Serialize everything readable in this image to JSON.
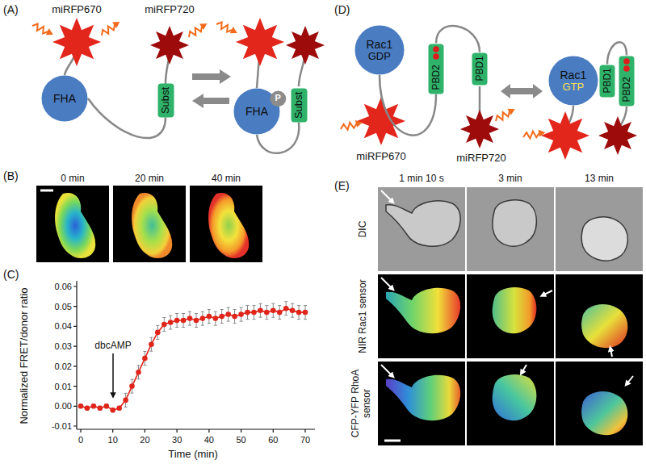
{
  "diagram": {
    "nodes": [
      {
        "text": [
          "FHA"
        ]
      },
      {
        "text": [
          "Subst"
        ]
      },
      {
        "text": [
          "FHA"
        ]
      },
      {
        "text": [
          "P"
        ]
      },
      {
        "text": [
          "Subst"
        ]
      },
      {
        "text": [
          "Rac1",
          "GDP"
        ]
      },
      {
        "text": [
          "PBD2"
        ]
      },
      {
        "text": [
          "PBD1"
        ]
      },
      {
        "text": [
          "Rac1",
          "GTP"
        ]
      },
      {
        "text": [
          "PBD1"
        ]
      },
      {
        "text": [
          "PBD2"
        ]
      }
    ],
    "edges": [
      {
        "from": 0,
        "to": 1,
        "arrow": "none"
      },
      {
        "from": 2,
        "to": 4,
        "arrow": "none"
      },
      {
        "from": 5,
        "to": 6,
        "arrow": "none"
      },
      {
        "from": 6,
        "to": 7,
        "arrow": "none"
      },
      {
        "from": 9,
        "to": 10,
        "arrow": "none"
      }
    ],
    "labels": [
      "(A)",
      "miRFP670",
      "miRFP720",
      "(B)",
      "0 min",
      "20 min",
      "40 min",
      "(C)",
      "0.06",
      "0.05",
      "0.04",
      "0.03",
      "0.02",
      "0.01",
      "0.00",
      "-0.01",
      "0",
      "10",
      "20",
      "30",
      "40",
      "50",
      "60",
      "70",
      "Normalized FRET/donor ratio",
      "Time (min)",
      "dbcAMP",
      "(D)",
      "miRFP670",
      "miRFP720",
      "(E)",
      "1 min 10 s",
      "3 min",
      "13 min",
      "DIC",
      "NIR Rac1 sensor",
      "CFP-YFP RhoA sensor"
    ]
  }
}
